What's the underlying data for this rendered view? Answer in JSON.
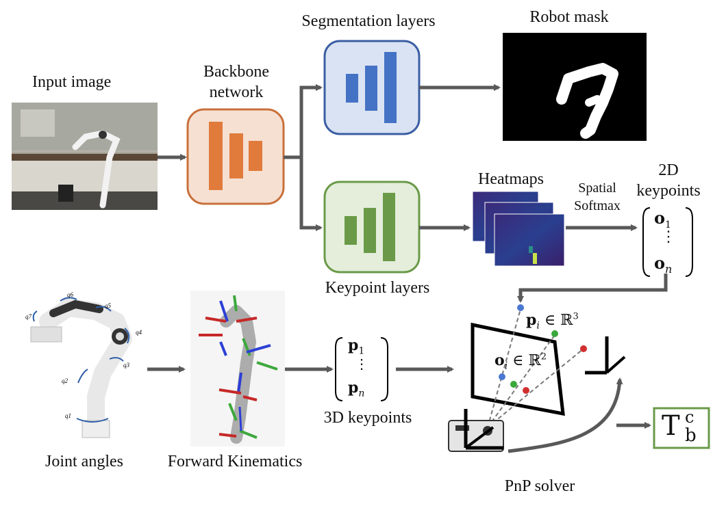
{
  "labels": {
    "input_image": "Input image",
    "backbone": "Backbone",
    "network": "network",
    "segmentation_layers": "Segmentation layers",
    "robot_mask": "Robot mask",
    "keypoint_layers": "Keypoint layers",
    "heatmaps": "Heatmaps",
    "spatial": "Spatial",
    "softmax": "Softmax",
    "kp2d_line1": "2D",
    "kp2d_line2": "keypoints",
    "joint_angles": "Joint angles",
    "forward_kinematics": "Forward Kinematics",
    "kp3d": "3D keypoints",
    "pnp_solver": "PnP solver"
  },
  "math": {
    "o1": "o",
    "o1_sub": "1",
    "on": "o",
    "on_sub": "n",
    "p1": "p",
    "p1_sub": "1",
    "pn": "p",
    "pn_sub": "n",
    "vdots": "⋮",
    "pi": "p",
    "pi_sub": "i",
    "pi_in": "∈ ℝ",
    "pi_sup": "3",
    "oi": "o",
    "oi_sub": "i",
    "oi_in": "∈ ℝ",
    "oi_sup": "2",
    "T": "T",
    "T_sup": "c",
    "T_sub": "b"
  },
  "joint_labels": [
    "q6",
    "q5",
    "q7",
    "q4",
    "q3",
    "q2",
    "q1"
  ],
  "colors": {
    "backbone_stroke": "#c8703a",
    "backbone_fill": "#f6e0d2",
    "backbone_bar": "#e07b3c",
    "seg_stroke": "#3b5fa3",
    "seg_fill": "#dae3f3",
    "seg_bar": "#4472c4",
    "kp_stroke": "#6a9a48",
    "kp_fill": "#e4eedb",
    "kp_bar": "#6a9a48",
    "arrow": "#595959"
  }
}
